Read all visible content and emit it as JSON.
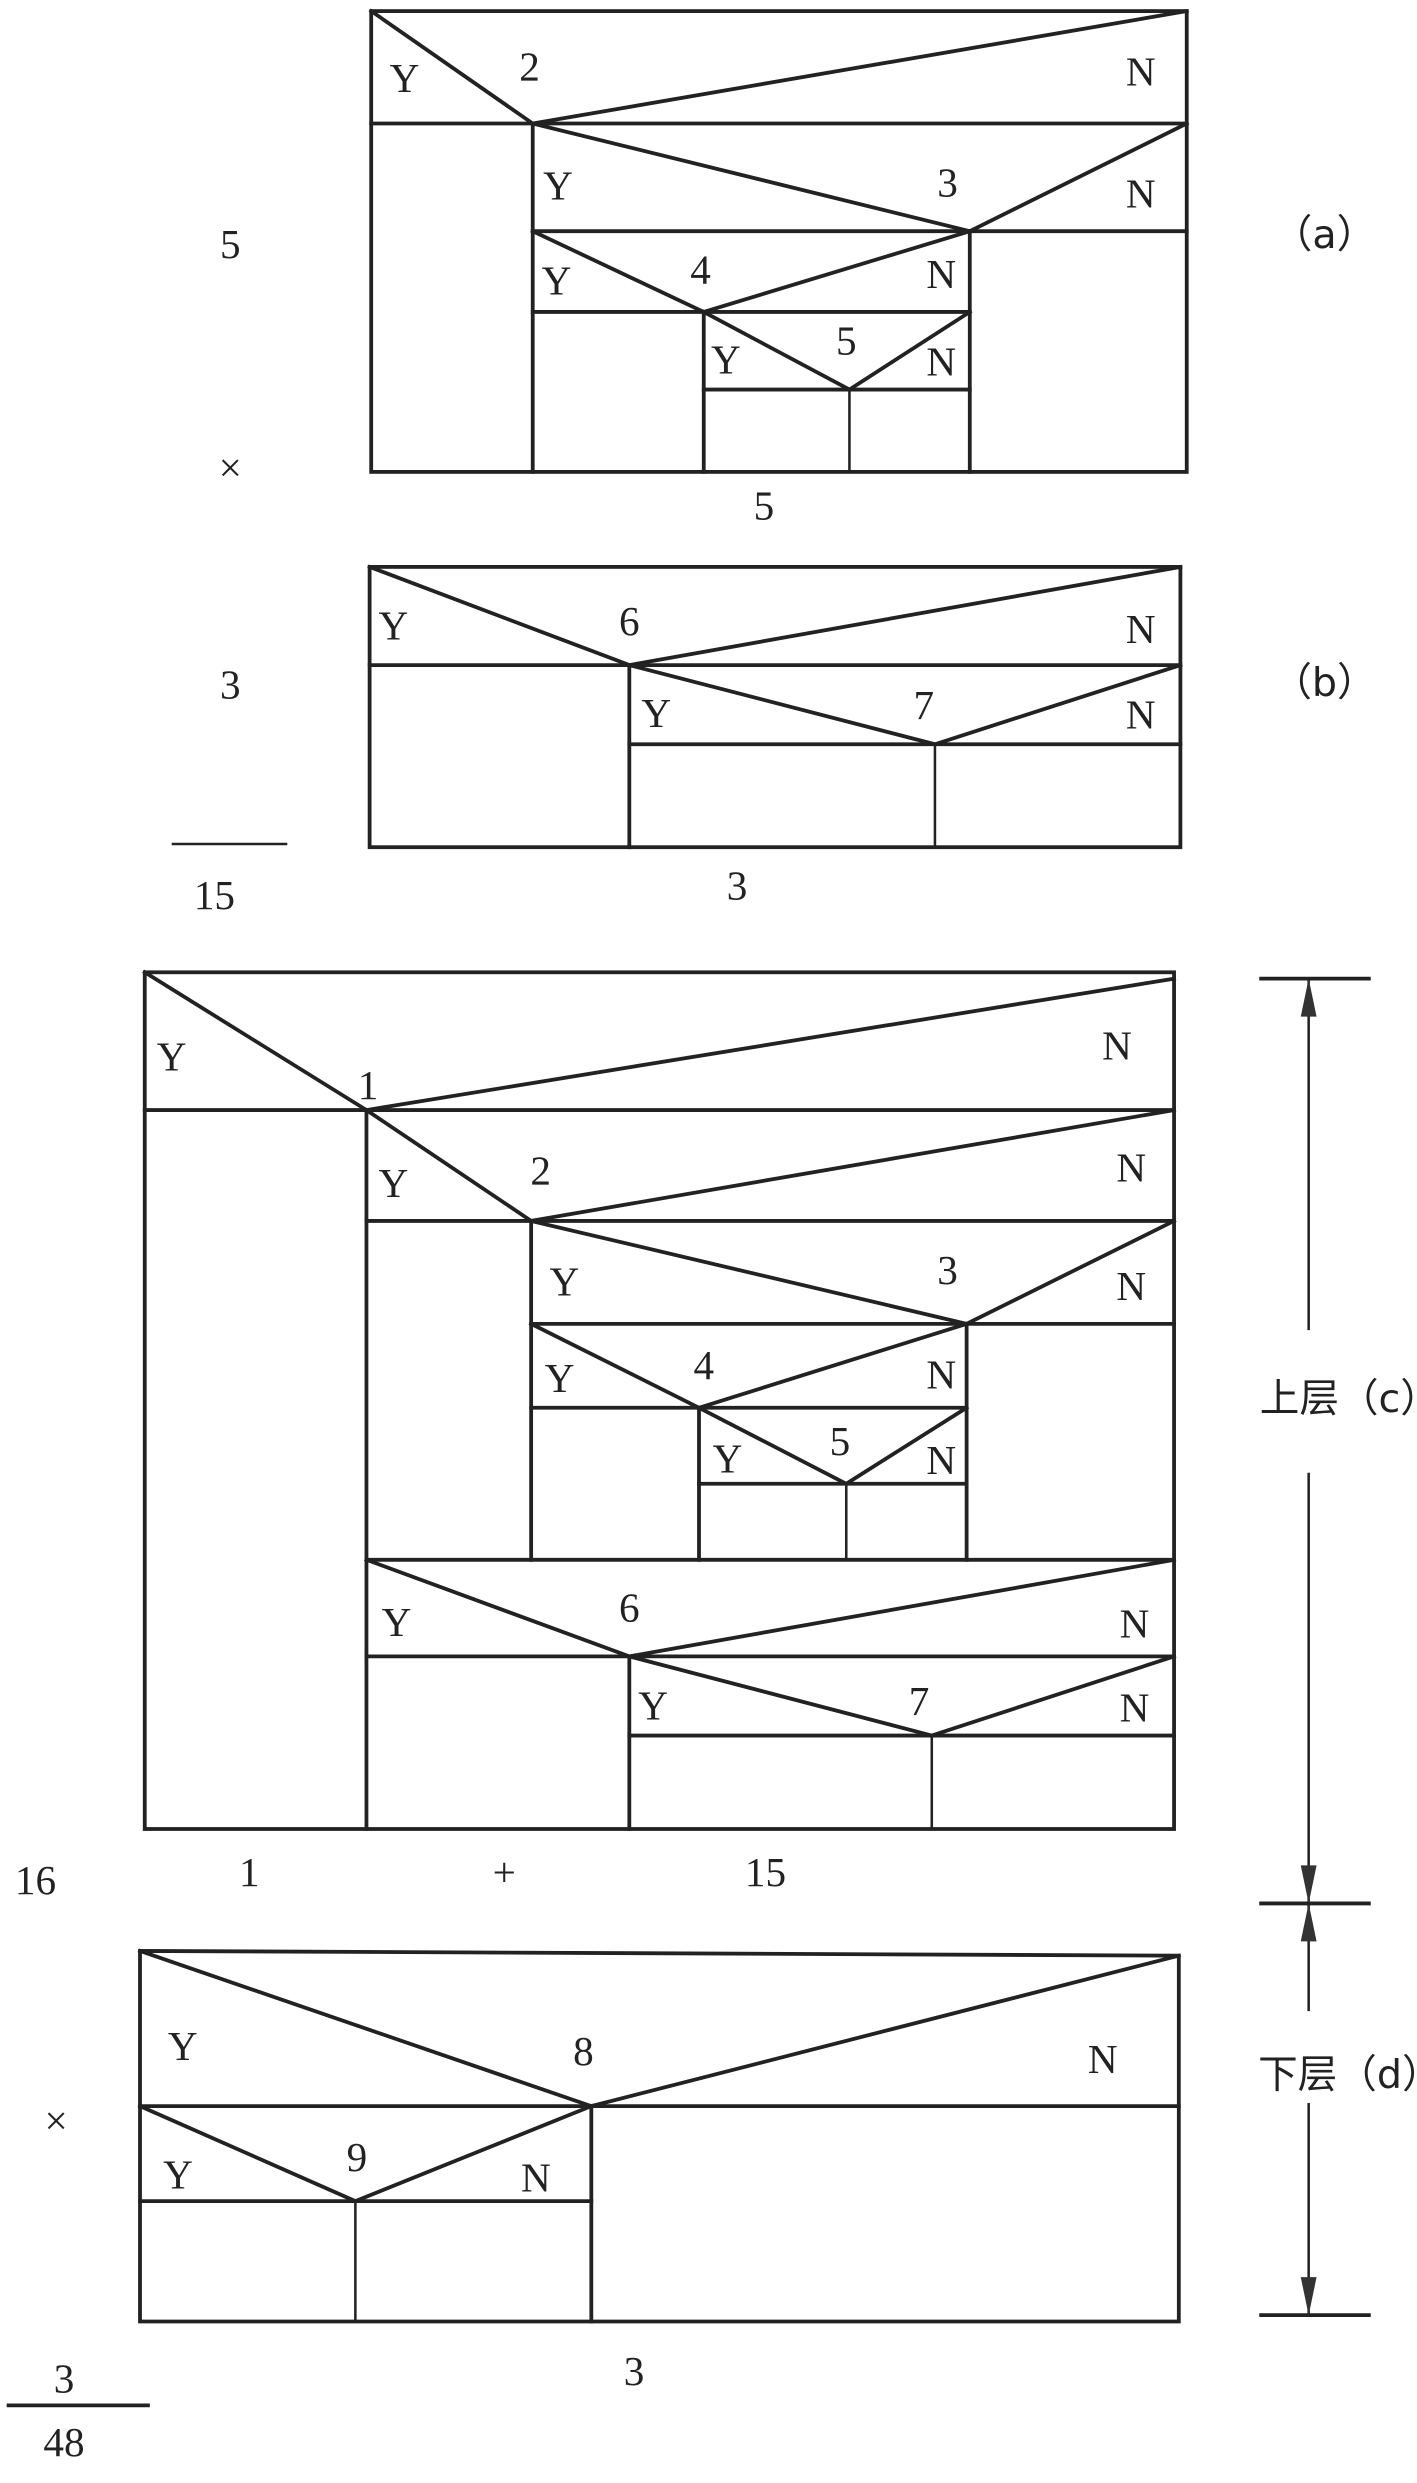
{
  "diagram_a": {
    "caption": "（a）",
    "left_factor": "5",
    "operator": "×",
    "bottom_count": "5",
    "decisions": [
      {
        "id": "2",
        "yes": "Y",
        "no": "N"
      },
      {
        "id": "3",
        "yes": "Y",
        "no": "N"
      },
      {
        "id": "4",
        "yes": "Y",
        "no": "N"
      },
      {
        "id": "5",
        "yes": "Y",
        "no": "N"
      }
    ]
  },
  "diagram_b": {
    "caption": "（b）",
    "left_factor": "3",
    "product": "15",
    "bottom_count": "3",
    "decisions": [
      {
        "id": "6",
        "yes": "Y",
        "no": "N"
      },
      {
        "id": "7",
        "yes": "Y",
        "no": "N"
      }
    ]
  },
  "diagram_c": {
    "caption": "上层（c）",
    "left_total": "16",
    "sum_left": "1",
    "sum_operator": "+",
    "sum_right": "15",
    "decisions": [
      {
        "id": "1",
        "yes": "Y",
        "no": "N"
      },
      {
        "id": "2",
        "yes": "Y",
        "no": "N"
      },
      {
        "id": "3",
        "yes": "Y",
        "no": "N"
      },
      {
        "id": "4",
        "yes": "Y",
        "no": "N"
      },
      {
        "id": "5",
        "yes": "Y",
        "no": "N"
      },
      {
        "id": "6",
        "yes": "Y",
        "no": "N"
      },
      {
        "id": "7",
        "yes": "Y",
        "no": "N"
      }
    ]
  },
  "diagram_d": {
    "caption": "下层（d）",
    "operator": "×",
    "left_factor": "3",
    "product": "48",
    "bottom_count": "3",
    "decisions": [
      {
        "id": "8",
        "yes": "Y",
        "no": "N"
      },
      {
        "id": "9",
        "yes": "Y",
        "no": "N"
      }
    ]
  }
}
